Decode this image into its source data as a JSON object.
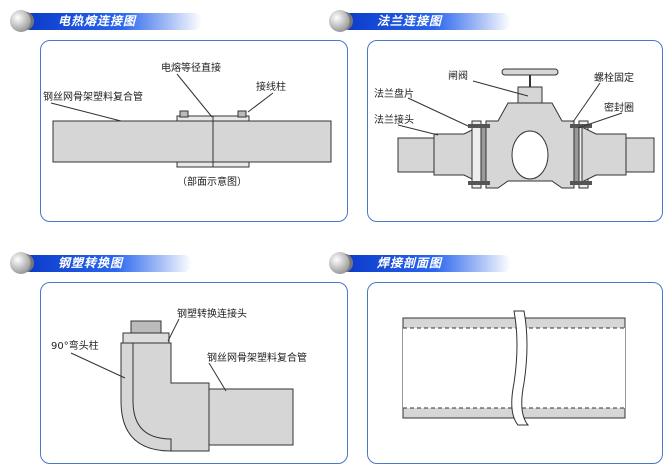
{
  "colors": {
    "accent": "#2a66ee",
    "panel_border": "#4a78c8",
    "pipe_fill": "#d6d6d6",
    "line": "#333333"
  },
  "sections": [
    {
      "title": "电热熔连接图",
      "labels": {
        "coupler": "电熔等径直接",
        "pipe": "钢丝网骨架塑料复合管",
        "terminal": "接线柱",
        "note": "（部面示意图）"
      }
    },
    {
      "title": "法兰连接图",
      "labels": {
        "gate_valve": "闸阀",
        "bolt": "螺栓固定",
        "flange_plate": "法兰盘片",
        "seal": "密封圈",
        "flange_joint": "法兰接头"
      }
    },
    {
      "title": "钢塑转换图",
      "labels": {
        "transition": "钢塑转换连接头",
        "elbow": "90°弯头柱",
        "pipe": "钢丝网骨架塑料复合管"
      }
    },
    {
      "title": "焊接剖面图",
      "labels": {}
    }
  ]
}
